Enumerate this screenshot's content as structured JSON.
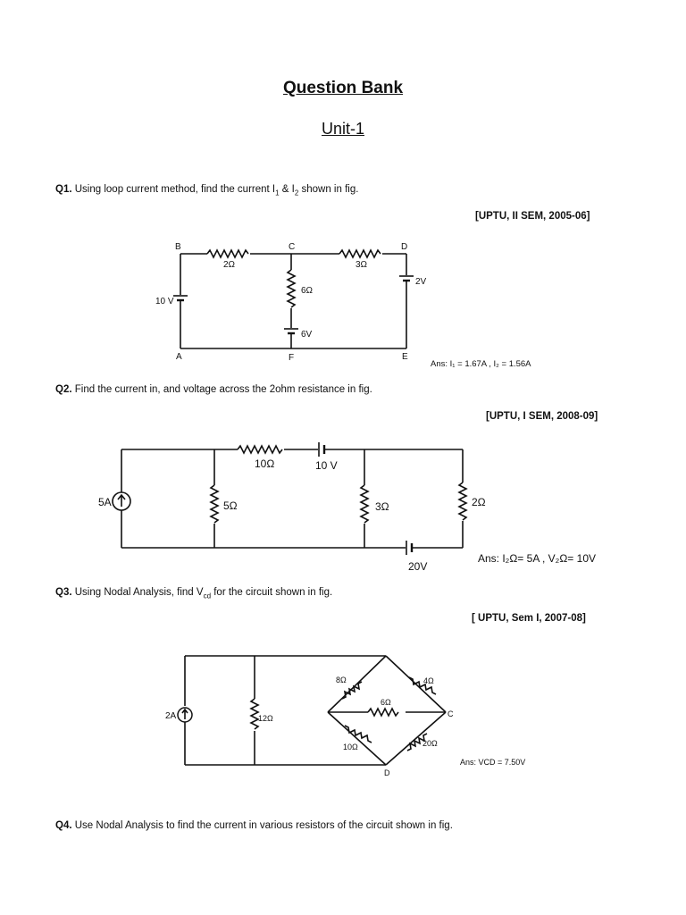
{
  "doc": {
    "title": "Question Bank",
    "unit": "Unit-1"
  },
  "questions": [
    {
      "num": "Q1.",
      "pre": "Using loop current method, find the current I",
      "s1": "1",
      "mid": " & I",
      "s2": "2",
      "post": " shown in fig.",
      "ref": "[UPTU, II SEM, 2005-06]"
    },
    {
      "num": "Q2.",
      "text": "Find the current in, and voltage across the 2ohm resistance in fig.",
      "ref": "[UPTU, I SEM, 2008-09]"
    },
    {
      "num": "Q3.",
      "pre": "Using Nodal Analysis, find V",
      "s1": "cd",
      "post": " for the circuit shown in fig.",
      "ref": "[ UPTU, Sem I, 2007-08]"
    },
    {
      "num": "Q4.",
      "text": "Use Nodal Analysis to find the current in various resistors of the circuit shown in fig."
    }
  ],
  "fig1": {
    "nodes": [
      "B",
      "C",
      "D",
      "A",
      "F",
      "E"
    ],
    "r_bc": "2Ω",
    "r_cd": "3Ω",
    "r_cf": "6Ω",
    "v_left": "10 V",
    "v_right": "2V",
    "v_mid": "6V",
    "ans": "Ans: I₁ = 1.67A , I₂ = 1.56A"
  },
  "fig2": {
    "source": "5A",
    "r_top": "10Ω",
    "v_top": "10 V",
    "r1": "5Ω",
    "r2": "3Ω",
    "r3": "2Ω",
    "v_bottom": "20V",
    "ans": "Ans: I₂Ω= 5A , V₂Ω= 10V"
  },
  "fig3": {
    "source": "2A",
    "r_shunt": "12Ω",
    "r_tl": "8Ω",
    "r_tr": "4Ω",
    "r_mid": "6Ω",
    "r_bl": "10Ω",
    "r_br": "20Ω",
    "node_c": "C",
    "node_d": "D",
    "ans": "Ans: VCD = 7.50V"
  }
}
